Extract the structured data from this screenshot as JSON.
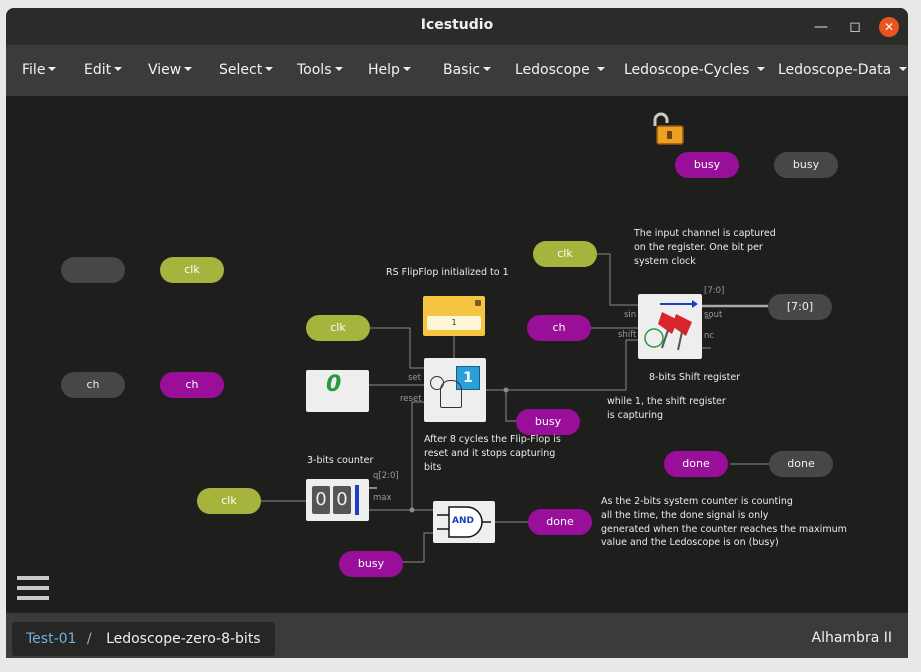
{
  "window": {
    "title": "Icestudio"
  },
  "menu": {
    "file": "File",
    "edit": "Edit",
    "view": "View",
    "select": "Select",
    "tools": "Tools",
    "help": "Help",
    "basic": "Basic",
    "ledoscope": "Ledoscope",
    "ledoscope_cycles": "Ledoscope-Cycles",
    "ledoscope_data": "Ledoscope-Data"
  },
  "canvas": {
    "inputs": {
      "clk": "clk",
      "ch": "ch",
      "busy": "busy"
    },
    "input_names": {
      "clk_left": "",
      "ch_left": "ch"
    },
    "outputs": {
      "busy": "busy",
      "done": "done",
      "data": "[7:0]"
    },
    "labels": {
      "busy_in": "busy",
      "done_in": "done",
      "busy_mid": "busy",
      "clk_top": "clk",
      "clk_mid": "clk",
      "clk_bottom": "clk",
      "ch_mid": "ch",
      "done_mid": "done",
      "busy_bottom": "busy"
    },
    "notes": {
      "ff_title": "RS FlipFlop initialized to 1",
      "register": "The input channel is captured\non the register. One bit per\nsystem clock",
      "shift_register": "8-bits Shift register",
      "shift_capturing": "while 1, the shift register\nis capturing",
      "ff_reset": "After 8 cycles the Flip-Flop is\nreset and it stops capturing\nbits",
      "counter": "3-bits counter",
      "counting": "As the 2-bits system counter is counting\nall the time, the done signal is only\ngenerated when the counter reaches the maximum\nvalue and the Ledoscope is on (busy)"
    },
    "ports": {
      "set": "set",
      "reset": "reset",
      "q20": "q[2:0]",
      "max": "max",
      "sin": "sin",
      "shift": "shift",
      "range": "[7:0]",
      "sout": "sout",
      "nc": "nc"
    },
    "blocks": {
      "const_value": "1",
      "ff_value": "1",
      "and_label": "AND",
      "counter_digits": "0 0",
      "zero_label": "0"
    }
  },
  "footer": {
    "project": "Test-01",
    "separator": "/",
    "file": "Ledoscope-zero-8-bits",
    "board": "Alhambra II"
  },
  "colors": {
    "clk": "#a6b33c",
    "signal": "#990f99",
    "grey": "#474745",
    "close": "#e95420"
  }
}
